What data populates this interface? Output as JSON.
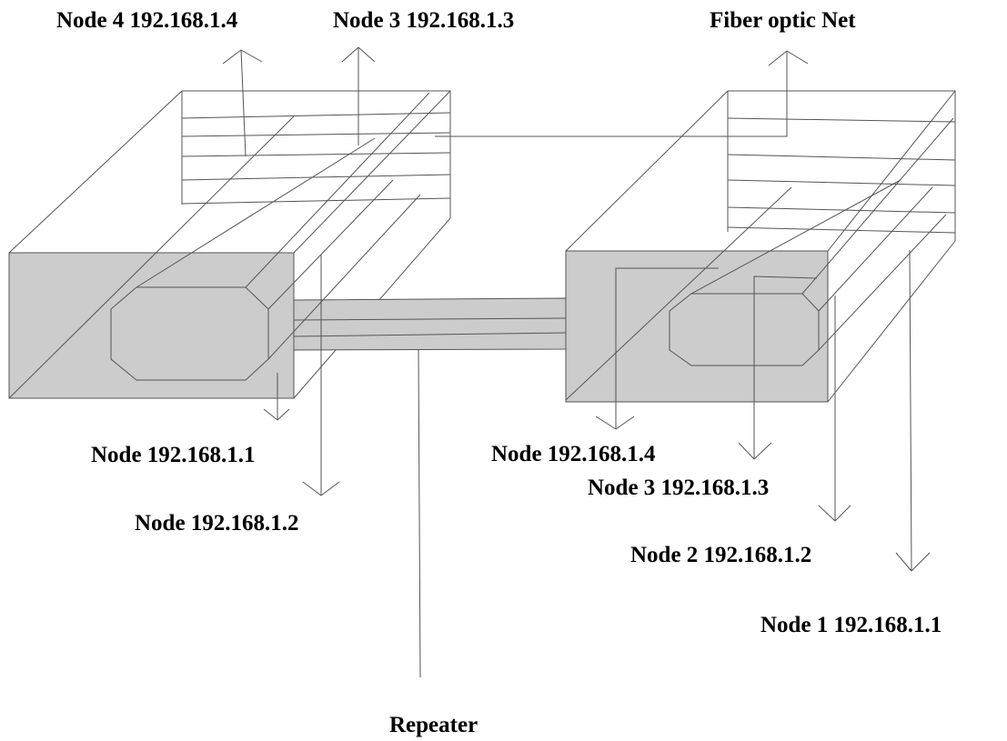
{
  "labels": {
    "top_node4": "Node 4 192.168.1.4",
    "top_node3": "Node 3 192.168.1.3",
    "fiber_optic_net": "Fiber optic Net",
    "left_node_1": "Node 192.168.1.1",
    "left_node_2": "Node 192.168.1.2",
    "right_node_4": "Node 192.168.1.4",
    "right_node3": "Node 3 192.168.1.3",
    "right_node2": "Node 2 192.168.1.2",
    "right_node1": "Node 1 192.168.1.1",
    "repeater": "Repeater"
  },
  "colors": {
    "line": "#555555",
    "box_fill": "#cccccc",
    "text": "#000000",
    "background": "#ffffff"
  }
}
